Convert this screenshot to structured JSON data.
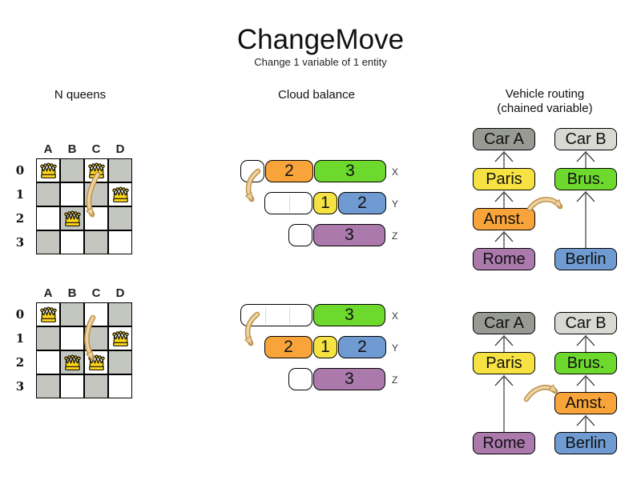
{
  "title": "ChangeMove",
  "subtitle": "Change 1 variable of 1 entity",
  "sections": {
    "nqueens": {
      "header": "N queens"
    },
    "cloud": {
      "header": "Cloud balance"
    },
    "vrp": {
      "header": "Vehicle routing",
      "subheader": "(chained variable)"
    }
  },
  "colors": {
    "board_dark": "#c4c7c0",
    "board_light": "#ffffff",
    "queen_gold": "#fbd51d",
    "orange": "#f9a43a",
    "green": "#6cd92c",
    "yellow": "#f6e343",
    "blue": "#6f9bd2",
    "purple": "#ac79ad",
    "car_a_gray": "#989a94",
    "car_b_gray": "#d7d9d2",
    "move_arrow_fill": "#edd2a3",
    "move_arrow_stroke": "#bd9147"
  },
  "nqueens": {
    "column_labels": [
      "A",
      "B",
      "C",
      "D"
    ],
    "row_labels": [
      "0",
      "1",
      "2",
      "3"
    ],
    "boards": [
      {
        "name": "before",
        "queens": [
          [
            0,
            0
          ],
          [
            2,
            0
          ],
          [
            3,
            1
          ],
          [
            1,
            2
          ]
        ]
      },
      {
        "name": "after",
        "queens": [
          [
            0,
            0
          ],
          [
            3,
            1
          ],
          [
            1,
            2
          ],
          [
            2,
            2
          ]
        ]
      }
    ]
  },
  "cloud": {
    "diagrams": [
      {
        "name": "before",
        "rows": [
          {
            "label": "X",
            "free": 1,
            "processes": [
              {
                "value": "2",
                "color": "orange"
              },
              {
                "value": "3",
                "color": "green"
              }
            ]
          },
          {
            "label": "Y",
            "free": 2,
            "processes": [
              {
                "value": "1",
                "color": "yellow"
              },
              {
                "value": "2",
                "color": "blue"
              }
            ]
          },
          {
            "label": "Z",
            "free": 1,
            "processes": [
              {
                "value": "3",
                "color": "purple"
              }
            ]
          }
        ]
      },
      {
        "name": "after",
        "rows": [
          {
            "label": "X",
            "free": 3,
            "processes": [
              {
                "value": "3",
                "color": "green"
              }
            ]
          },
          {
            "label": "Y",
            "free": 0,
            "processes": [
              {
                "value": "2",
                "color": "orange"
              },
              {
                "value": "1",
                "color": "yellow"
              },
              {
                "value": "2",
                "color": "blue"
              }
            ]
          },
          {
            "label": "Z",
            "free": 1,
            "processes": [
              {
                "value": "3",
                "color": "purple"
              }
            ]
          }
        ]
      }
    ]
  },
  "vrp": {
    "diagrams": [
      {
        "name": "before",
        "columns": [
          {
            "boxes": [
              {
                "label": "Car A",
                "color": "car_a_gray",
                "slot": 0
              },
              {
                "label": "Paris",
                "color": "yellow",
                "slot": 1
              },
              {
                "label": "Amst.",
                "color": "orange",
                "slot": 2
              },
              {
                "label": "Rome",
                "color": "purple",
                "slot": 3
              }
            ]
          },
          {
            "boxes": [
              {
                "label": "Car B",
                "color": "car_b_gray",
                "slot": 0
              },
              {
                "label": "Brus.",
                "color": "green",
                "slot": 1
              },
              {
                "label": "Berlin",
                "color": "blue",
                "slot": 3
              }
            ]
          }
        ]
      },
      {
        "name": "after",
        "columns": [
          {
            "boxes": [
              {
                "label": "Car A",
                "color": "car_a_gray",
                "slot": 0
              },
              {
                "label": "Paris",
                "color": "yellow",
                "slot": 1
              },
              {
                "label": "Rome",
                "color": "purple",
                "slot": 3
              }
            ]
          },
          {
            "boxes": [
              {
                "label": "Car B",
                "color": "car_b_gray",
                "slot": 0
              },
              {
                "label": "Brus.",
                "color": "green",
                "slot": 1
              },
              {
                "label": "Amst.",
                "color": "orange",
                "slot": 2
              },
              {
                "label": "Berlin",
                "color": "blue",
                "slot": 3
              }
            ]
          }
        ]
      }
    ]
  }
}
